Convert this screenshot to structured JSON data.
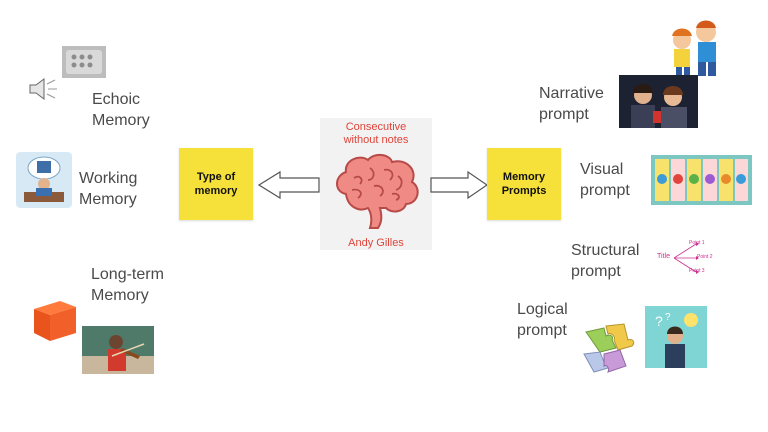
{
  "center": {
    "note": "Consecutive\nwithout notes",
    "author": "Andy Gilles"
  },
  "left": {
    "box": "Type of\nmemory",
    "items": [
      {
        "label": "Echoic\nMemory"
      },
      {
        "label": "Working\nMemory"
      },
      {
        "label": "Long-term\nMemory"
      }
    ]
  },
  "right": {
    "box": "Memory\nPrompts",
    "items": [
      {
        "label": "Narrative\nprompt"
      },
      {
        "label": "Visual\nprompt"
      },
      {
        "label": "Structural\nprompt"
      },
      {
        "label": "Logical\nprompt"
      }
    ]
  },
  "mindmap": {
    "title": "Title",
    "points": [
      "Point 1",
      "Point 2",
      "Point 3"
    ]
  },
  "colors": {
    "sticky": "#f6e03a",
    "accent_red": "#e0443a",
    "brain": "#ef8a85",
    "mindmap": "#cc2f8f"
  }
}
